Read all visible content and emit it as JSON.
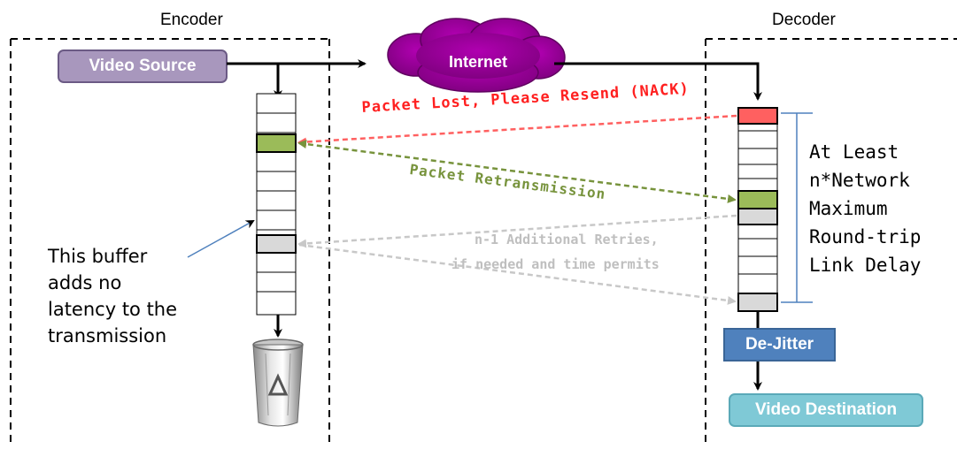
{
  "encoder": {
    "title": "Encoder"
  },
  "decoder": {
    "title": "Decoder"
  },
  "video_source": {
    "label": "Video Source",
    "fill": "#a897bd",
    "stroke": "#6b5a85"
  },
  "internet": {
    "label": "Internet",
    "fill": "#8a008a"
  },
  "nack": {
    "label": "Packet Lost, Please Resend (NACK)",
    "color": "#ff2020"
  },
  "retransmission": {
    "label": "Packet Retransmission",
    "color": "#77933c"
  },
  "retries": {
    "line1": "n-1 Additional Retries,",
    "line2": "if needed and time permits",
    "color": "#bfbfbf"
  },
  "buffer_note": {
    "lines": [
      "This buffer",
      "adds no",
      "latency to the",
      "transmission"
    ]
  },
  "delay_note": {
    "lines": [
      "At Least",
      "n*Network",
      "Maximum",
      "Round-trip",
      "Link Delay"
    ]
  },
  "de_jitter": {
    "label": "De-Jitter",
    "fill": "#4f81bd"
  },
  "video_destination": {
    "label": "Video Destination",
    "fill": "#7fc9d6"
  },
  "colors": {
    "lost_packet": "#ff6060",
    "retransmitted_packet": "#9bbb59",
    "retry_packet": "#d9d9d9",
    "bracket": "#4f81bd",
    "annotation_line": "#4f81bd"
  },
  "icons": {
    "trash": "recycle-bin-icon"
  }
}
